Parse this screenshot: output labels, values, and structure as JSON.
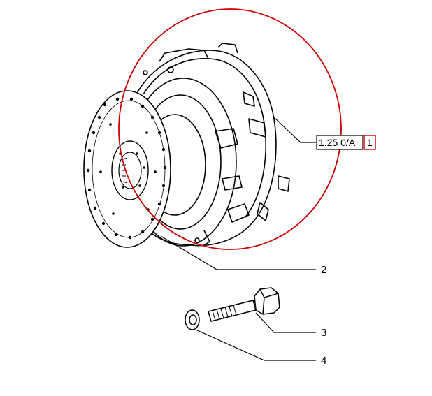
{
  "diagram": {
    "reference_label": "1.25 0/A",
    "reference_item": "1",
    "callouts": [
      {
        "number": "2",
        "part": "clutch-disc"
      },
      {
        "number": "3",
        "part": "bolt"
      },
      {
        "number": "4",
        "part": "washer"
      }
    ],
    "colors": {
      "line": "#000000",
      "highlight": "#cc0000",
      "background": "#ffffff"
    }
  }
}
